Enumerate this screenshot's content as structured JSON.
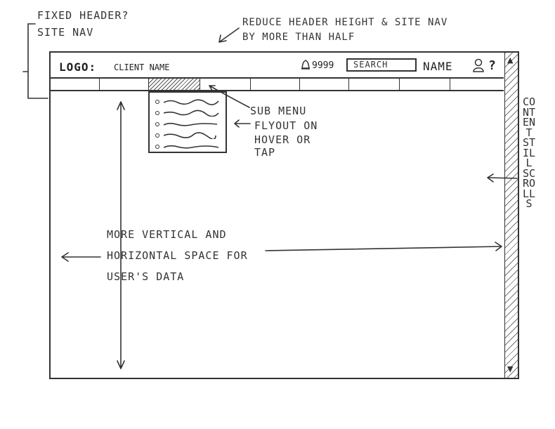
{
  "annotations": {
    "fixed_header_line1": "FIXED HEADER?",
    "fixed_header_line2": "SITE NAV",
    "reduce_line1": "REDUCE HEADER HEIGHT & SITE NAV",
    "reduce_line2": "BY MORE THAN HALF",
    "submenu_line1": "SUB MENU",
    "submenu_line2": "FLYOUT ON",
    "submenu_line3": "HOVER OR",
    "submenu_line4": "TAP",
    "space_line1": "MORE VERTICAL AND",
    "space_line2": "HORIZONTAL SPACE FOR",
    "space_line3": "USER'S DATA",
    "scroll_note": "CONTENT STILL SCROLLS"
  },
  "header": {
    "logo": "LOGO:",
    "client_name": "CLIENT NAME",
    "notification_count": "9999",
    "search_placeholder": "SEARCH",
    "user_name": "NAME",
    "help": "?"
  },
  "nav": {
    "tab_count": 9,
    "active_tab_index": 2
  },
  "submenu": {
    "item_count": 5
  },
  "icons": {
    "notification": "bell-icon",
    "user": "user-icon",
    "scroll_up": "triangle-up-icon",
    "scroll_down": "triangle-down-icon"
  }
}
